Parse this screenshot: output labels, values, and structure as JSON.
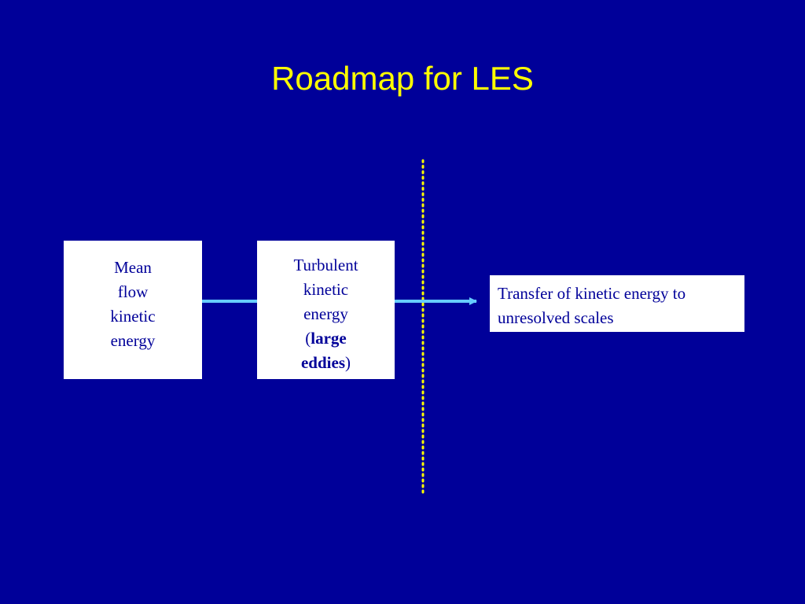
{
  "slide": {
    "title": "Roadmap for LES",
    "background_color": "#000099",
    "title_color": "#FFFF00",
    "arrow_color": "#66CCFF",
    "divider_color": "#FFFF00"
  },
  "boxes": {
    "mean_flow": {
      "lines": [
        "Mean",
        "flow",
        "kinetic",
        "energy"
      ]
    },
    "turbulent": {
      "line1": "Turbulent",
      "line2": "kinetic",
      "line3": "energy",
      "open_paren": "(",
      "large": "large",
      "eddies": "eddies",
      "close_paren": ")"
    },
    "transfer": {
      "text": "Transfer of kinetic energy to unresolved scales"
    }
  }
}
